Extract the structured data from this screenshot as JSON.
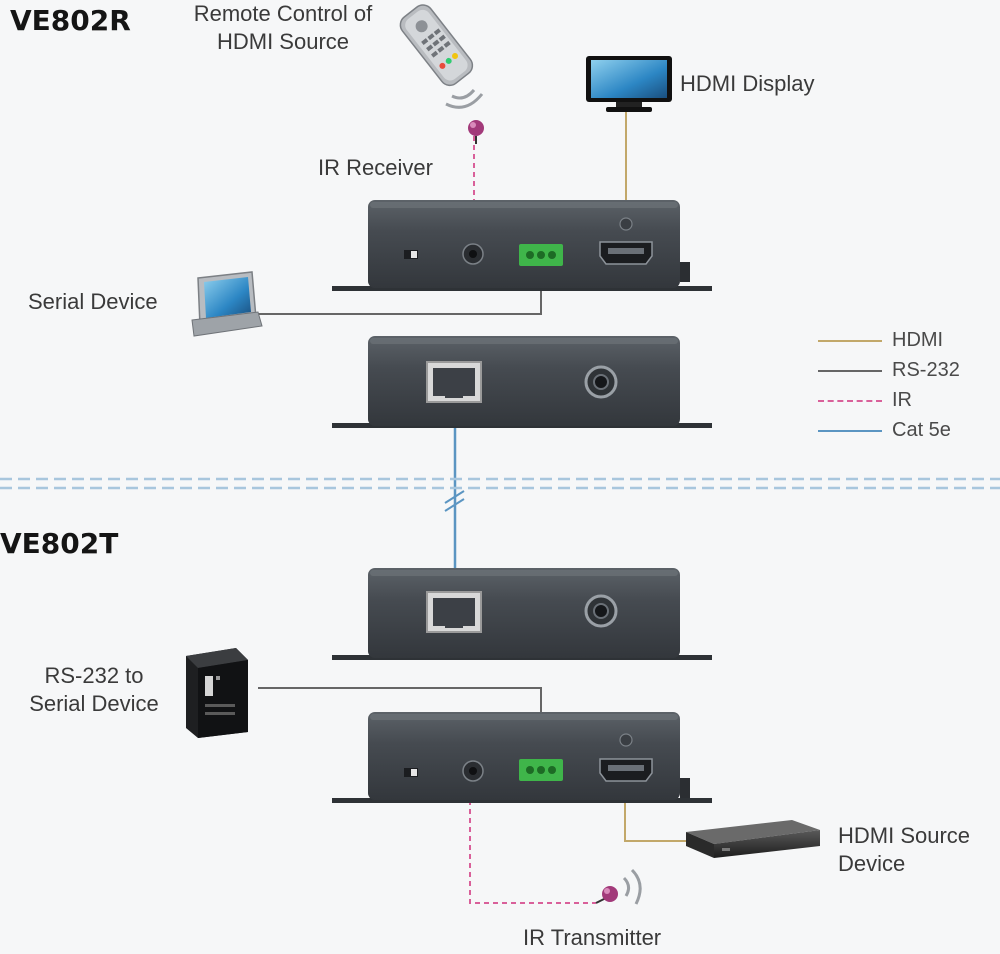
{
  "titles": {
    "receiver": "VE802R",
    "transmitter": "VE802T"
  },
  "labels": {
    "remote_control": [
      "Remote Control of",
      "HDMI Source"
    ],
    "hdmi_display": "HDMI Display",
    "ir_receiver": "IR Receiver",
    "serial_device": "Serial Device",
    "rs232_to_serial": [
      "RS-232 to",
      "Serial Device"
    ],
    "hdmi_source": [
      "HDMI Source",
      "Device"
    ],
    "ir_transmitter": "IR Transmitter"
  },
  "legend": [
    {
      "label": "HDMI",
      "color": "#c2a86a",
      "style": "solid"
    },
    {
      "label": "RS-232",
      "color": "#666666",
      "style": "solid"
    },
    {
      "label": "IR",
      "color": "#d9609a",
      "style": "dashed"
    },
    {
      "label": "Cat 5e",
      "color": "#5b95c2",
      "style": "solid"
    }
  ],
  "colors": {
    "hdmi": "#c2a86a",
    "rs232": "#666666",
    "ir": "#d9609a",
    "cat5e": "#5b95c2",
    "device_body": "#4a4f55",
    "divider": "#a8c6dd"
  },
  "icons": [
    "remote-control-icon",
    "hdmi-display-icon",
    "ir-receiver-icon",
    "serial-device-icon",
    "server-tower-icon",
    "hdmi-source-box-icon",
    "ir-transmitter-icon"
  ]
}
